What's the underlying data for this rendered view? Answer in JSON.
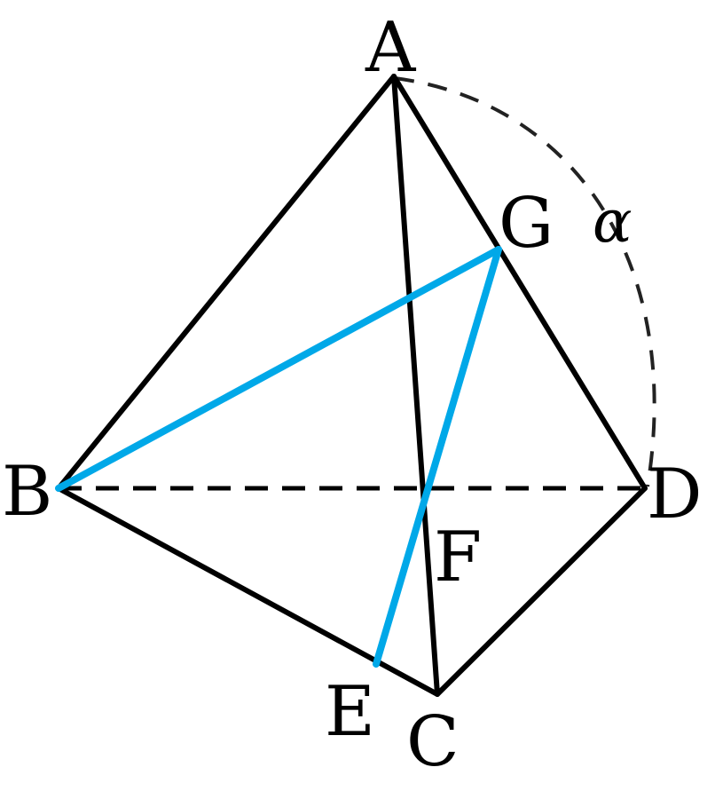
{
  "labels": {
    "A": "A",
    "B": "B",
    "C": "C",
    "D": "D",
    "E": "E",
    "F": "F",
    "G": "G",
    "alpha": "α"
  },
  "colors": {
    "edge": "#000000",
    "highlight": "#00a8e8",
    "arc": "#222222"
  }
}
